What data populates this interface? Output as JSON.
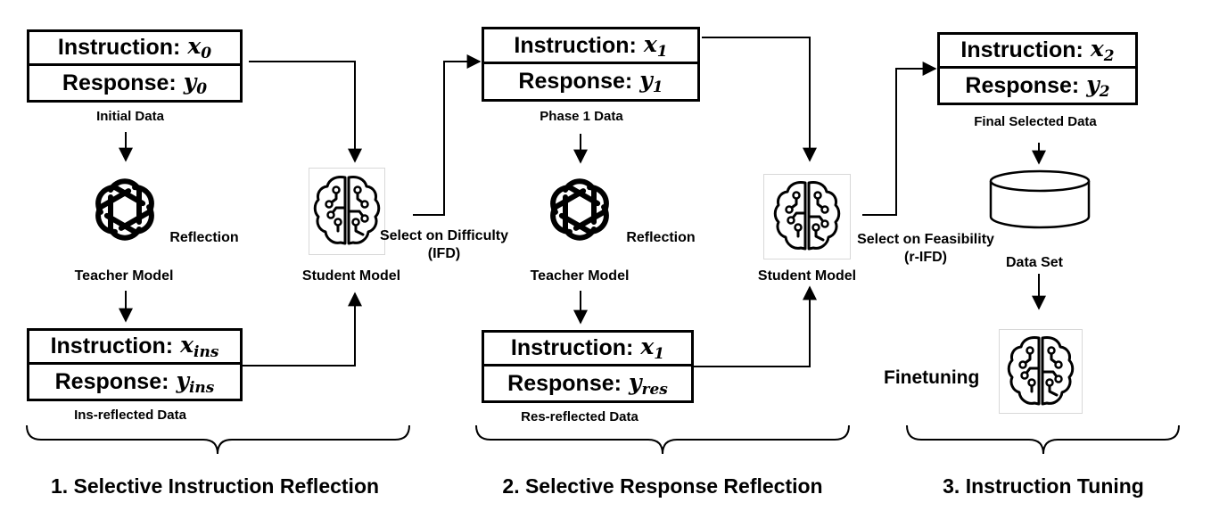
{
  "stages": [
    {
      "top_box": {
        "instr_label": "Instruction:",
        "instr_var": "x",
        "instr_sub": "0",
        "resp_label": "Response:",
        "resp_var": "y",
        "resp_sub": "0"
      },
      "top_caption": "Initial Data",
      "teacher_label": "Teacher Model",
      "reflection_label": "Reflection",
      "bottom_box": {
        "instr_label": "Instruction:",
        "instr_var": "x",
        "instr_sub": "ins",
        "resp_label": "Response:",
        "resp_var": "y",
        "resp_sub": "ins"
      },
      "bottom_caption": "Ins-reflected Data",
      "student_label": "Student Model",
      "select_label": "Select on Difficulty",
      "select_metric": "(IFD)",
      "phase_title": "1. Selective Instruction Reflection"
    },
    {
      "top_box": {
        "instr_label": "Instruction:",
        "instr_var": "x",
        "instr_sub": "1",
        "resp_label": "Response:",
        "resp_var": "y",
        "resp_sub": "1"
      },
      "top_caption": "Phase 1 Data",
      "teacher_label": "Teacher Model",
      "reflection_label": "Reflection",
      "bottom_box": {
        "instr_label": "Instruction:",
        "instr_var": "x",
        "instr_sub": "1",
        "resp_label": "Response:",
        "resp_var": "y",
        "resp_sub": "res"
      },
      "bottom_caption": "Res-reflected Data",
      "student_label": "Student Model",
      "select_label": "Select on Feasibility",
      "select_metric": "(r-IFD)",
      "phase_title": "2. Selective Response Reflection"
    },
    {
      "top_box": {
        "instr_label": "Instruction:",
        "instr_var": "x",
        "instr_sub": "2",
        "resp_label": "Response:",
        "resp_var": "y",
        "resp_sub": "2"
      },
      "top_caption": "Final Selected Data",
      "dataset_label": "Data Set",
      "finetune_label": "Finetuning",
      "phase_title": "3. Instruction Tuning"
    }
  ],
  "icons": {
    "teacher": "openai-logo-icon",
    "student": "ai-brain-circuit-icon",
    "dataset": "database-cylinder-icon"
  }
}
